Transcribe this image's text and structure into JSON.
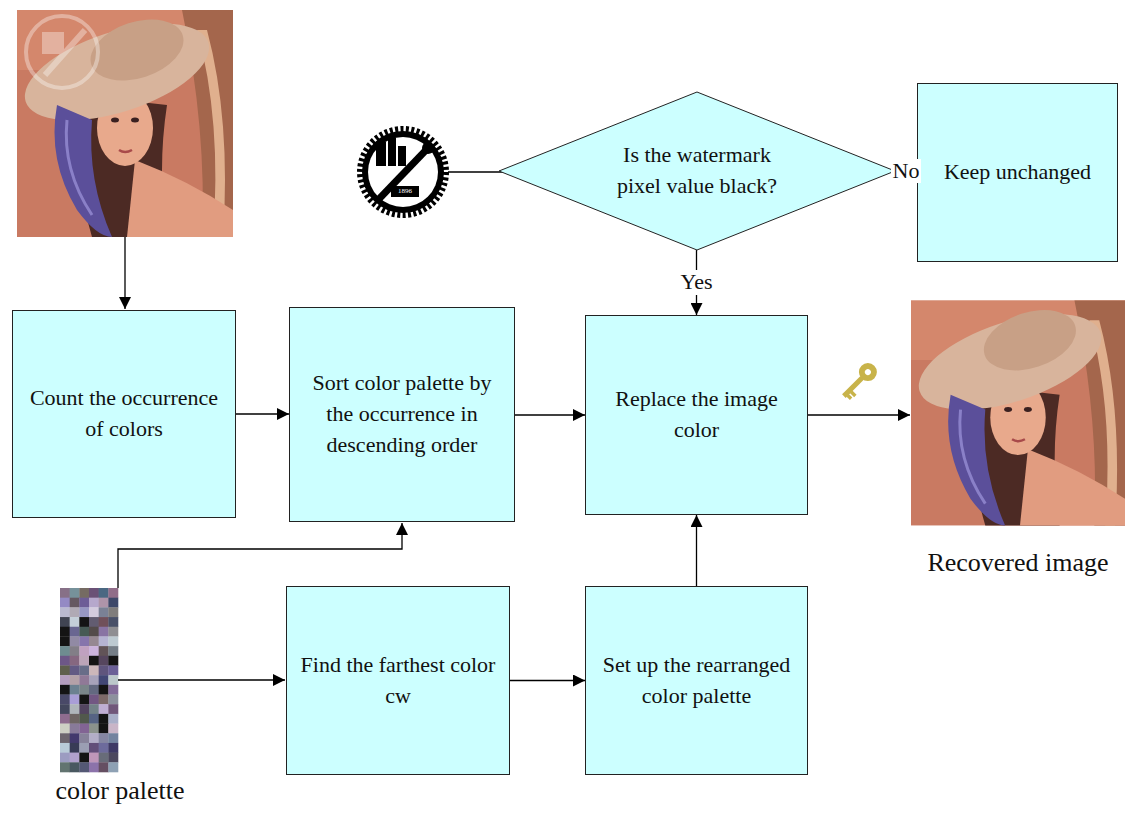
{
  "diagram": {
    "nodes": [
      {
        "text": [
          "Is the watermark pixel value black?"
        ]
      },
      {
        "text": [
          "Keep unchanged"
        ]
      },
      {
        "text": [
          "Count the occurrence of colors"
        ]
      },
      {
        "text": [
          "Sort color palette by the occurrence in descending order"
        ]
      },
      {
        "text": [
          "Replace the image color"
        ]
      },
      {
        "text": [
          "Find the farthest color cw"
        ]
      },
      {
        "text": [
          "Set up the rearranged color palette"
        ]
      }
    ],
    "edges": [
      {
        "from": 0,
        "to": 1,
        "label": "No",
        "arrow": "to"
      },
      {
        "from": 0,
        "to": 4,
        "label": "Yes",
        "arrow": "to"
      },
      {
        "from": 2,
        "to": 3,
        "arrow": "to"
      },
      {
        "from": 3,
        "to": 4,
        "arrow": "to"
      },
      {
        "from": 5,
        "to": 6,
        "arrow": "to"
      },
      {
        "from": 6,
        "to": 4,
        "arrow": "to"
      }
    ],
    "labels": [
      "Recovered image",
      "color palette",
      "1896"
    ]
  }
}
